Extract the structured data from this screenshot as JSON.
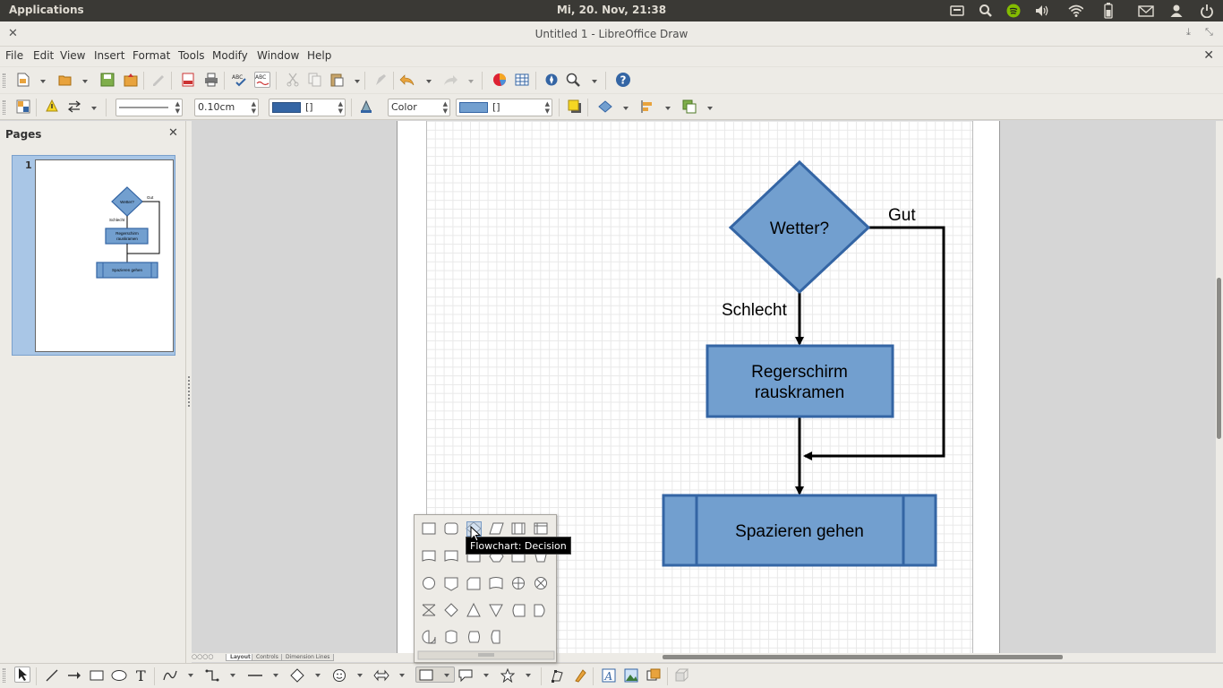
{
  "top_panel": {
    "applications": "Applications",
    "clock": "Mi, 20. Nov, 21:38",
    "tray_icons": [
      "keyboard-icon",
      "search-icon",
      "spotify-icon",
      "volume-icon",
      "wifi-icon",
      "battery-icon",
      "mail-icon",
      "user-icon",
      "power-icon"
    ]
  },
  "window": {
    "title": "Untitled 1 - LibreOffice Draw"
  },
  "menu": {
    "file": "File",
    "edit": "Edit",
    "view": "View",
    "insert": "Insert",
    "format": "Format",
    "tools": "Tools",
    "modify": "Modify",
    "window": "Window",
    "help": "Help"
  },
  "line_props": {
    "width": "0.10cm",
    "line_color_label": "[]",
    "area_style": "Color",
    "area_color_label": "[]"
  },
  "pages_panel": {
    "title": "Pages",
    "page_number": "1"
  },
  "flowchart": {
    "decision": "Wetter?",
    "branch_good": "Gut",
    "branch_bad": "Schlecht",
    "process_line1": "Regerschirm",
    "process_line2": "rauskramen",
    "predefined": "Spazieren gehen"
  },
  "thumb": {
    "decision": "Wetter?",
    "good": "Gut",
    "bad": "Schlecht",
    "process1": "Regerschirm",
    "process2": "rauskramen",
    "predefined": "Spazieren gehen"
  },
  "tabs": {
    "layout": "Layout",
    "controls": "Controls",
    "dimension": "Dimension Lines"
  },
  "tooltip": "Flowchart: Decision",
  "colors": {
    "shape_fill": "#729fcf",
    "shape_border": "#3465a4",
    "panel_bg": "#edebe6",
    "top_panel": "#3a3935"
  }
}
